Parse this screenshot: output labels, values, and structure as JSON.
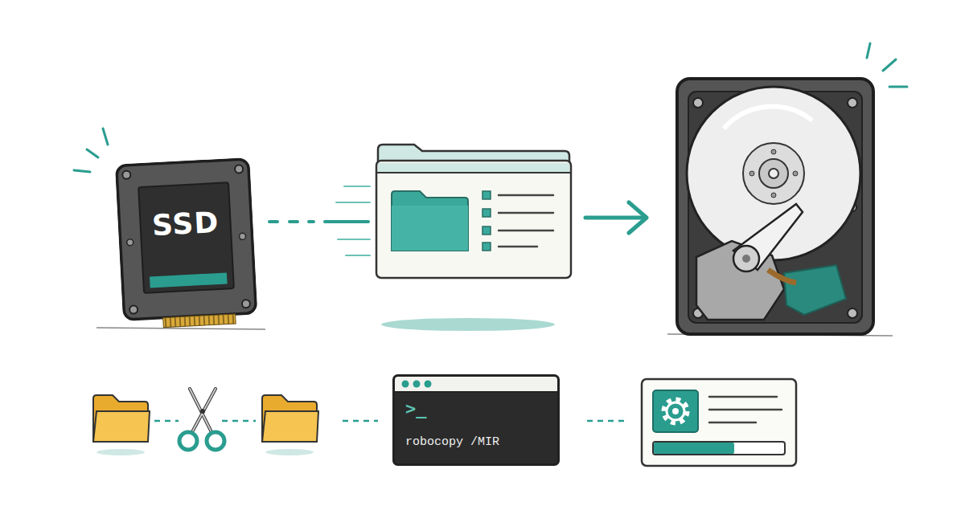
{
  "diagram": {
    "nodes": [
      {
        "text": [
          "SSD"
        ]
      },
      {
        "text": [
          ">_",
          "robocopy /MIR"
        ]
      }
    ]
  }
}
